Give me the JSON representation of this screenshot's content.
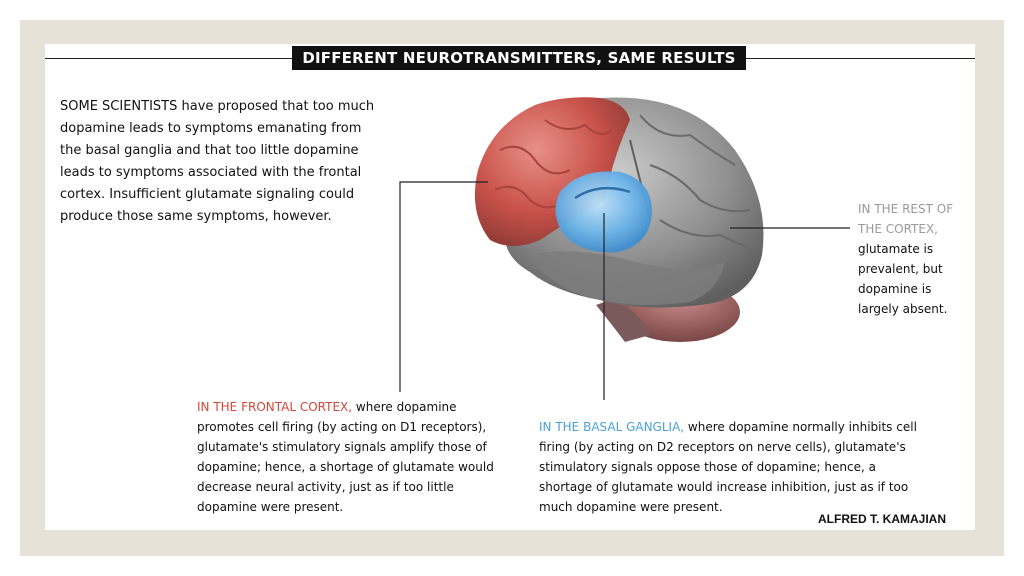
{
  "title": "DIFFERENT NEUROTRANSMITTERS, SAME RESULTS",
  "intro": "SOME SCIENTISTS have proposed that too much dopamine leads to symptoms emanating from the basal ganglia and that too little dopamine leads to symptoms associated with the frontal cortex. Insufficient glutamate signaling could produce those same symptoms, however.",
  "rest_of_cortex": {
    "highlight": "IN THE REST OF THE CORTEX,",
    "text": "glutamate is prevalent, but dopamine is largely absent."
  },
  "frontal_cortex": {
    "highlight": "IN THE FRONTAL CORTEX,",
    "text": " where dopamine promotes cell firing (by acting on D1 receptors), glutamate's stimulatory signals amplify those of dopamine; hence, a shortage of glutamate would decrease neural activity, just as if too little dopamine were present."
  },
  "basal_ganglia": {
    "highlight": "IN THE BASAL GANGLIA,",
    "text": " where dopamine normally inhibits cell firing (by acting on D2 receptors on nerve cells), glutamate's stimulatory signals oppose those of dopamine; hence, a shortage of glutamate would increase inhibition, just as if too much dopamine were present."
  },
  "credit": "ALFRED T. KAMAJIAN",
  "colors": {
    "frontal": "#d2483a",
    "basal": "#4aa2dc",
    "rest": "#9a9a9a",
    "frame": "#e6e2d7"
  }
}
